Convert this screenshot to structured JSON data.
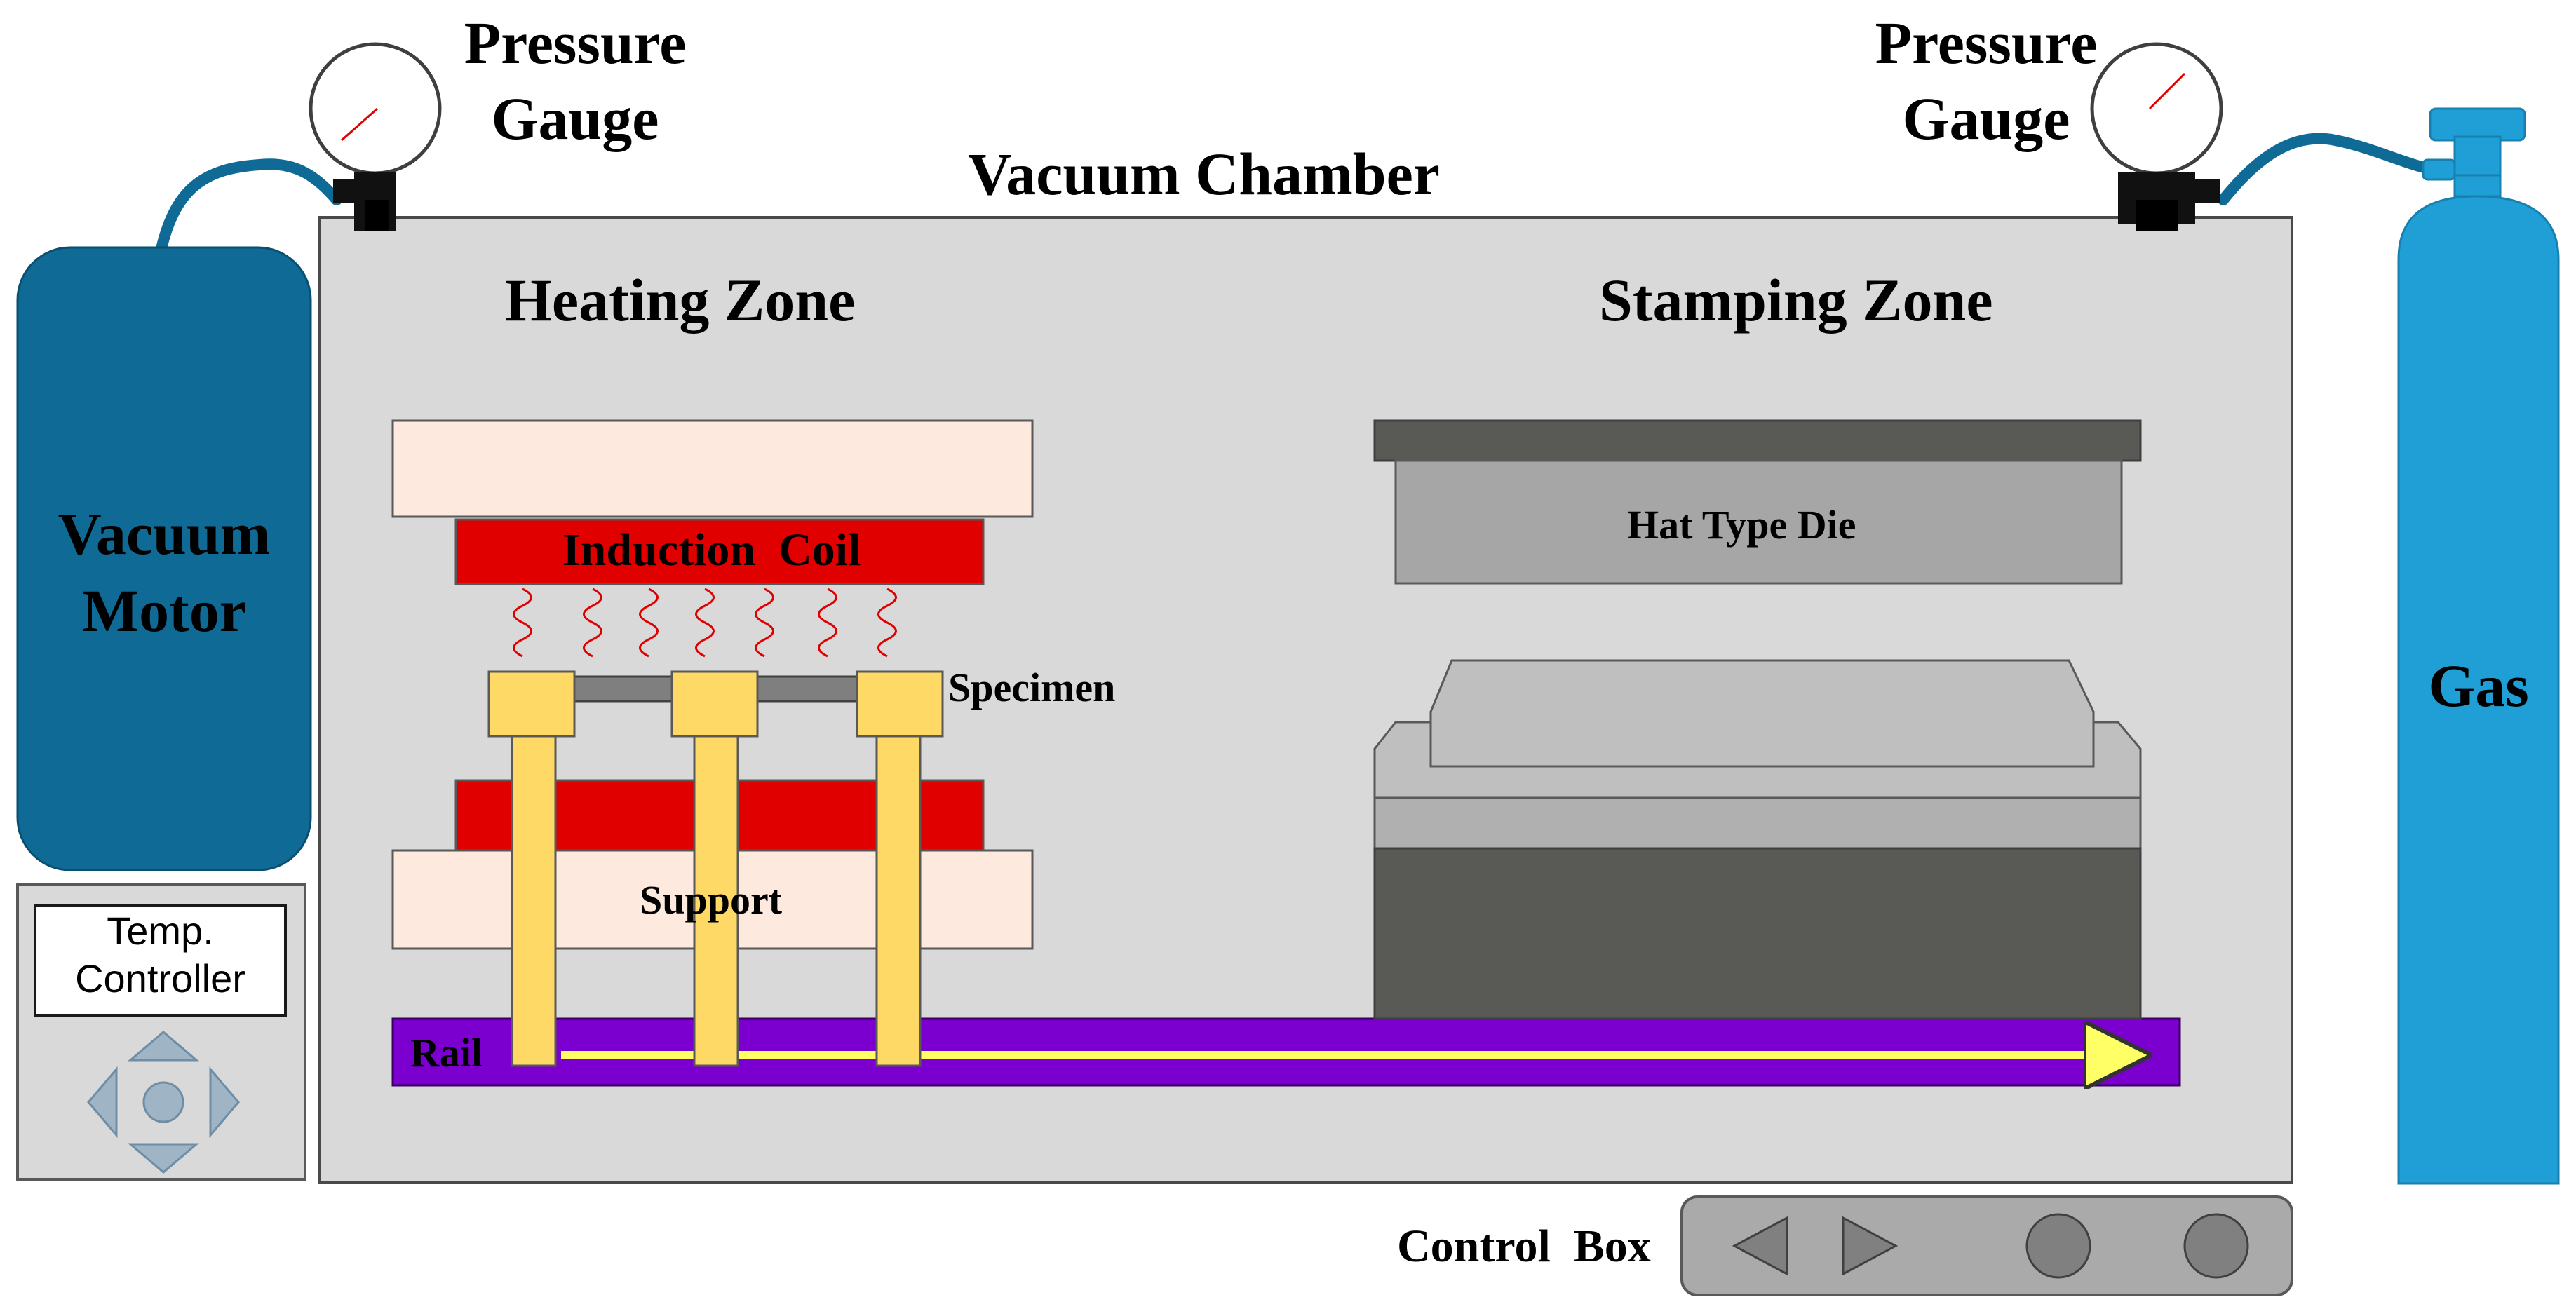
{
  "labels": {
    "pressure_gauge_left": [
      "Pressure",
      "Gauge"
    ],
    "pressure_gauge_right": [
      "Pressure",
      "Gauge"
    ],
    "vacuum_chamber": "Vacuum Chamber",
    "heating_zone": "Heating Zone",
    "stamping_zone": "Stamping Zone",
    "vacuum_motor": [
      "Vacuum",
      "Motor"
    ],
    "gas": "Gas",
    "induction_coil": "Induction  Coil",
    "specimen": "Specimen",
    "support": "Support",
    "rail": "Rail",
    "hat_type_die": "Hat Type Die",
    "temp_controller": [
      "Temp.",
      "Controller"
    ],
    "control_box": "Control  Box"
  },
  "colors": {
    "chamber": "#d9d9d9",
    "vacuum_motor": "#0f6b96",
    "gas_cylinder": "#1f9fd6",
    "induction_coil": "#e00000",
    "support": "#fde9de",
    "clamp": "#ffd966",
    "rail": "#7b00d0",
    "arrow": "#ffff66",
    "die": "#a6a6a6",
    "press_base": "#595a56"
  }
}
